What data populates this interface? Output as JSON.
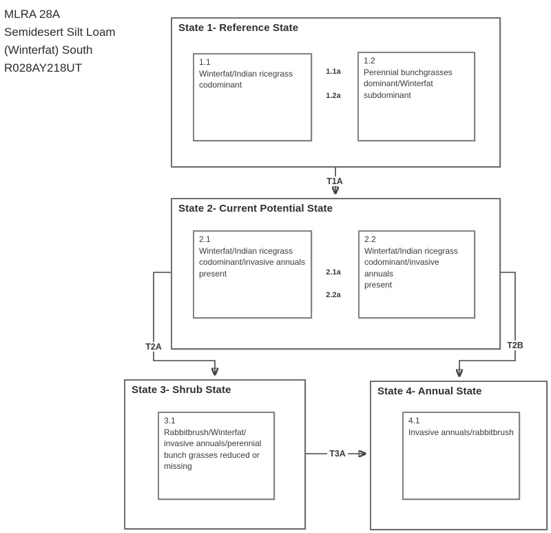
{
  "title": {
    "lines": [
      "MLRA 28A",
      "Semidesert Silt Loam",
      "(Winterfat) South",
      "R028AY218UT"
    ]
  },
  "states": [
    {
      "label": "State 1- Reference State",
      "communities": [
        {
          "id": "1.1",
          "desc": "Winterfat/Indian ricegrass\ncodominant"
        },
        {
          "id": "1.2",
          "desc": "Perennial bunchgrasses\ndominant/Winterfat\nsubdominant"
        }
      ]
    },
    {
      "label": "State 2- Current Potential State",
      "communities": [
        {
          "id": "2.1",
          "desc": "Winterfat/Indian ricegrass\ncodominant/invasive annuals\npresent"
        },
        {
          "id": "2.2",
          "desc": "Winterfat/Indian ricegrass\ncodominant/invasive annuals\npresent"
        }
      ]
    },
    {
      "label": "State 3- Shrub State",
      "communities": [
        {
          "id": "3.1",
          "desc": "Rabbitbrush/Winterfat/\ninvasive annuals/perennial\nbunch grasses reduced or\nmissing"
        }
      ]
    },
    {
      "label": "State 4- Annual State",
      "communities": [
        {
          "id": "4.1",
          "desc": "Invasive annuals/rabbitbrush"
        }
      ]
    }
  ],
  "pathways": {
    "p11a": "1.1a",
    "p12a": "1.2a",
    "p21a": "2.1a",
    "p22a": "2.2a"
  },
  "transitions": {
    "t1a": "T1A",
    "t2a": "T2A",
    "t2b": "T2B",
    "t3a": "T3A"
  },
  "colors": {
    "background": "#ffffff",
    "box_border": "#6f6f6f",
    "inner_box_border": "#828282",
    "text": "#333333",
    "arrow": "#454545"
  }
}
